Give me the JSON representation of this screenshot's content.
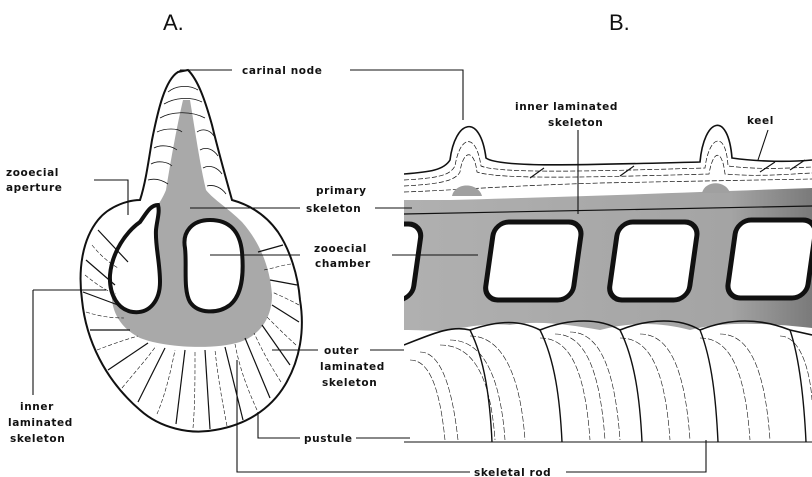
{
  "panels": {
    "a": {
      "title": "A."
    },
    "b": {
      "title": "B."
    }
  },
  "labels": {
    "carinal_node": "carinal node",
    "zooecial_aperture_1": "zooecial",
    "zooecial_aperture_2": "aperture",
    "primary_skeleton_1": "primary",
    "primary_skeleton_2": "skeleton",
    "zooecial_chamber_1": "zooecial",
    "zooecial_chamber_2": "chamber",
    "inner_laminated_b_1": "inner laminated",
    "inner_laminated_b_2": "skeleton",
    "keel": "keel",
    "outer_laminated_1": "outer",
    "outer_laminated_2": "laminated",
    "outer_laminated_3": "skeleton",
    "inner_laminated_a_1": "inner",
    "inner_laminated_a_2": "laminated",
    "inner_laminated_a_3": "skeleton",
    "pustule": "pustule",
    "skeletal_rod": "skeletal rod"
  },
  "colors": {
    "ink": "#111111",
    "primary_skeleton": "#a9a9a9",
    "primary_skeleton_dark": "#8d8d8d",
    "laminated": "#ffffff"
  }
}
